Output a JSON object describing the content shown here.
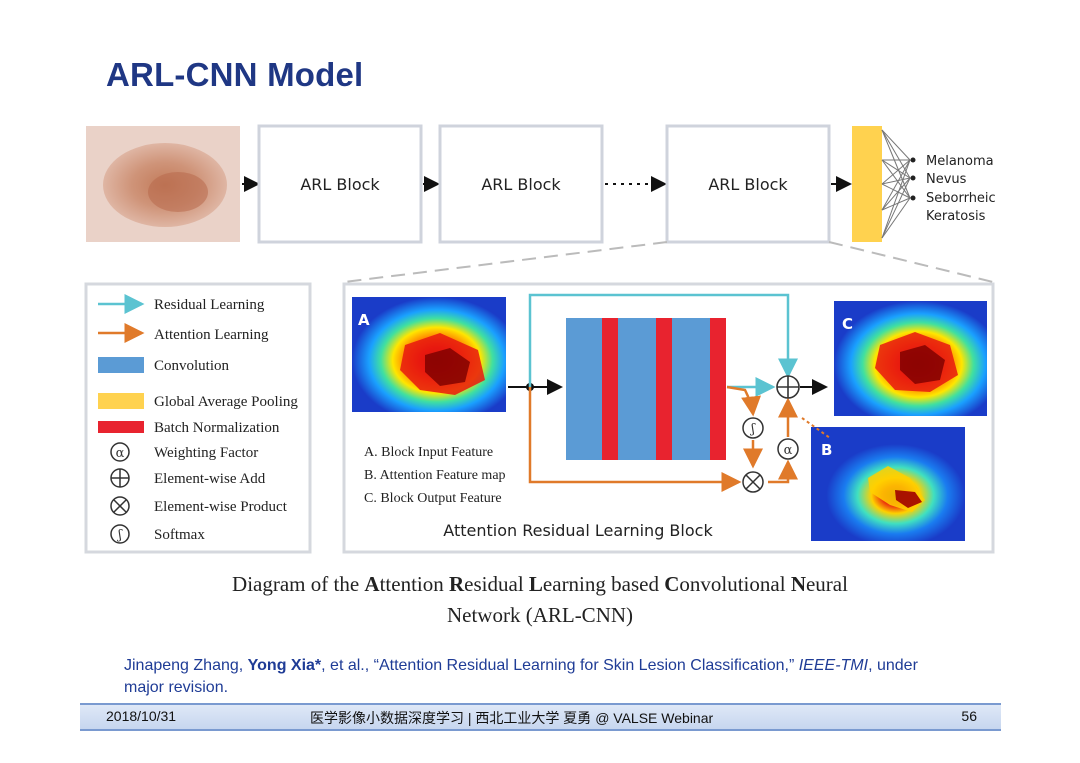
{
  "slide": {
    "title": "ARL-CNN Model"
  },
  "pipeline": {
    "block_label": "ARL Block",
    "classes": [
      "Melanoma",
      "Nevus",
      "Seborrheic",
      "Keratosis"
    ]
  },
  "legend": {
    "items": [
      "Residual Learning",
      "Attention Learning",
      "Convolution",
      "Global Average Pooling",
      "Batch Normalization",
      "Weighting Factor",
      "Element-wise Add",
      "Element-wise Product",
      "Softmax"
    ]
  },
  "detail": {
    "panel_a": "A",
    "panel_b": "B",
    "panel_c": "C",
    "notes": [
      "A. Block Input Feature",
      "B. Attention Feature map",
      "C. Block Output Feature"
    ],
    "alpha_symbol": "α",
    "softmax_symbol": "ʃ",
    "title": "Attention Residual Learning Block"
  },
  "caption": {
    "line1_parts": [
      "Diagram of the ",
      "A",
      "ttention ",
      "R",
      "esidual ",
      "L",
      "earning based ",
      "C",
      "onvolutional ",
      "N",
      "eural"
    ],
    "line2": "Network (ARL-CNN)"
  },
  "citation": {
    "author1": "Jinapeng Zhang, ",
    "author2": "Yong Xia*",
    "rest": ", et al., “Attention Residual Learning for Skin Lesion Classification,” ",
    "journal": "IEEE-TMI",
    "tail": ", under major revision."
  },
  "footer": {
    "date": "2018/10/31",
    "center": "医学影像小数据深度学习 | 西北工业大学 夏勇 @ VALSE Webinar",
    "page": "56"
  },
  "colors": {
    "title": "#1f3784",
    "residual": "#5bc3d1",
    "attention": "#e07a2a",
    "conv": "#5b9bd5",
    "bn": "#e8232f",
    "gap": "#ffd24f"
  }
}
